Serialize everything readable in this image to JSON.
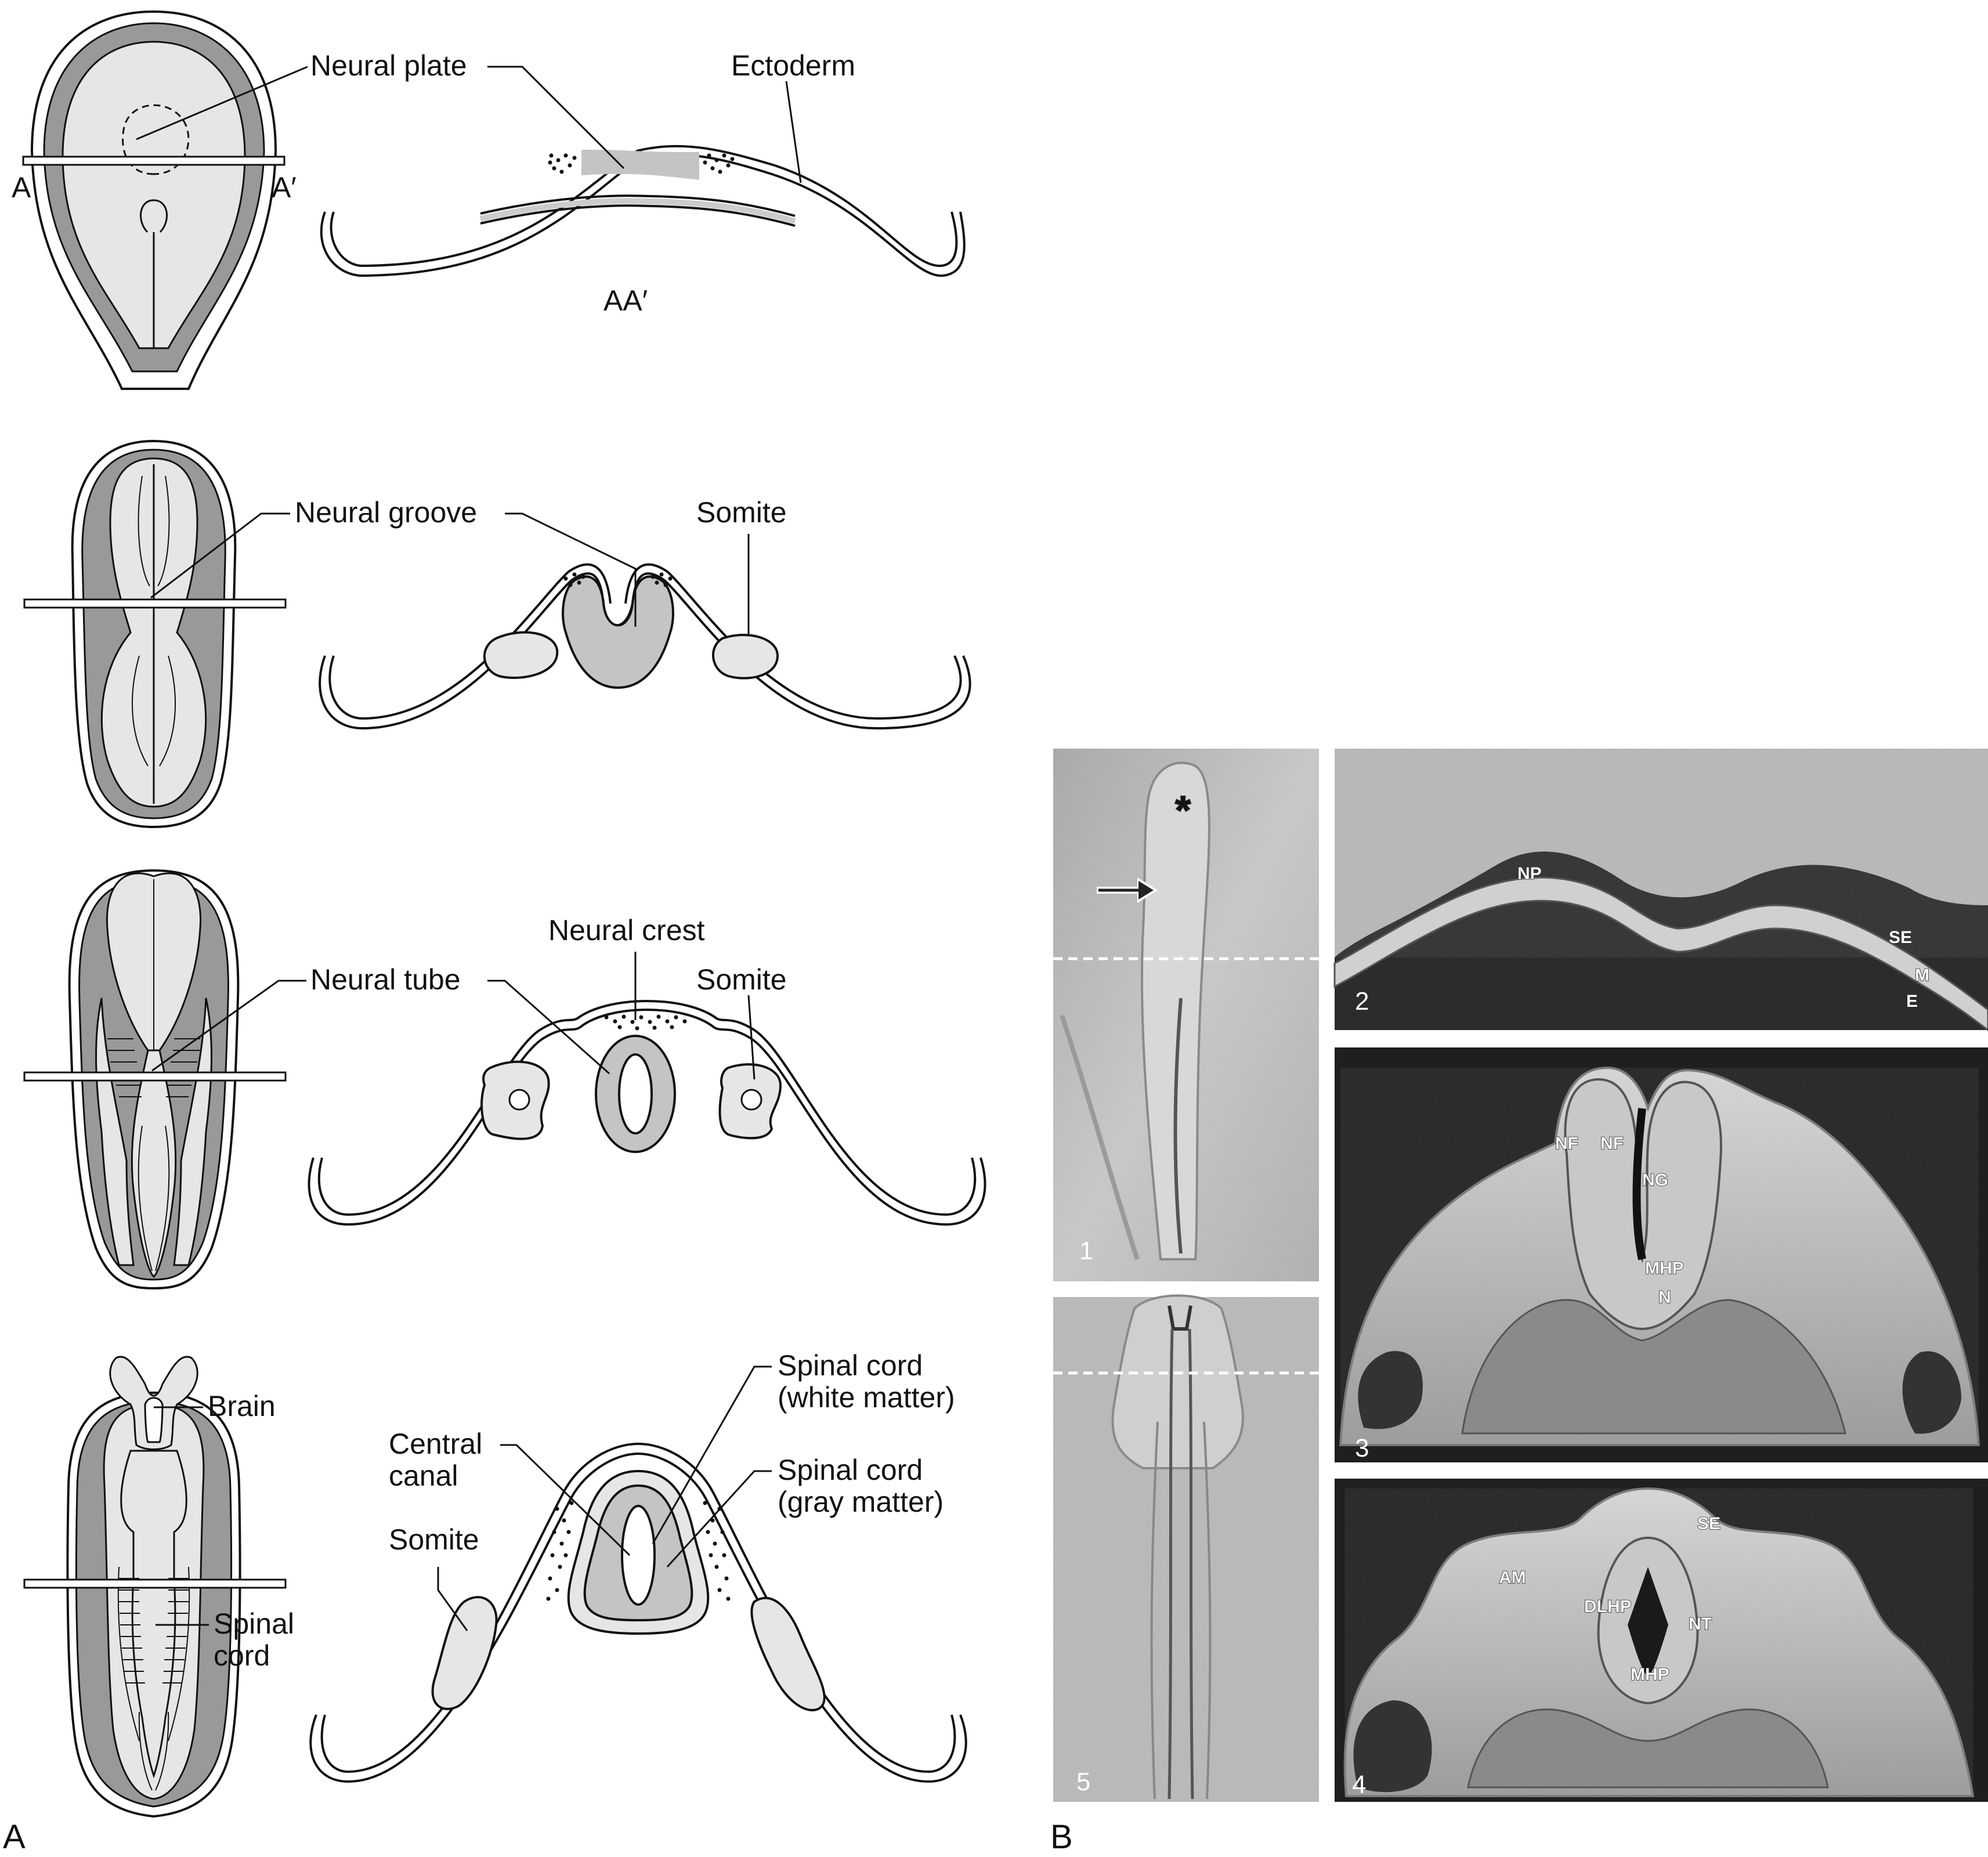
{
  "panels": {
    "A": "A",
    "B": "B"
  },
  "stage1": {
    "neural_plate": "Neural plate",
    "ectoderm": "Ectoderm",
    "section_left": "A",
    "section_right": "A′",
    "section_label": "AA′"
  },
  "stage2": {
    "neural_groove": "Neural groove",
    "somite": "Somite"
  },
  "stage3": {
    "neural_crest": "Neural crest",
    "neural_tube": "Neural tube",
    "somite": "Somite"
  },
  "stage4": {
    "brain": "Brain",
    "spinal_cord_1": "Spinal",
    "spinal_cord_2": "cord",
    "central_canal_1": "Central",
    "central_canal_2": "canal",
    "somite": "Somite",
    "white_matter_1": "Spinal cord",
    "white_matter_2": "(white matter)",
    "gray_matter_1": "Spinal cord",
    "gray_matter_2": "(gray matter)"
  },
  "sem": {
    "p1": {
      "num": "1",
      "asterisk": "*"
    },
    "p2": {
      "num": "2",
      "NP": "NP",
      "SE": "SE",
      "M": "M",
      "E": "E"
    },
    "p3": {
      "num": "3",
      "NF1": "NF",
      "NF2": "NF",
      "NG": "NG",
      "MHP": "MHP",
      "N": "N"
    },
    "p4": {
      "num": "4",
      "SE": "SE",
      "AM": "AM",
      "DLHP": "DLHP",
      "NT": "NT",
      "MHP": "MHP"
    },
    "p5": {
      "num": "5"
    }
  },
  "colors": {
    "dark_gray": "#999999",
    "light_gray": "#e6e6e6",
    "mid_gray": "#c4c4c4",
    "sem_dark": "#2a2a2a",
    "sem_light": "#bdbdbd"
  }
}
